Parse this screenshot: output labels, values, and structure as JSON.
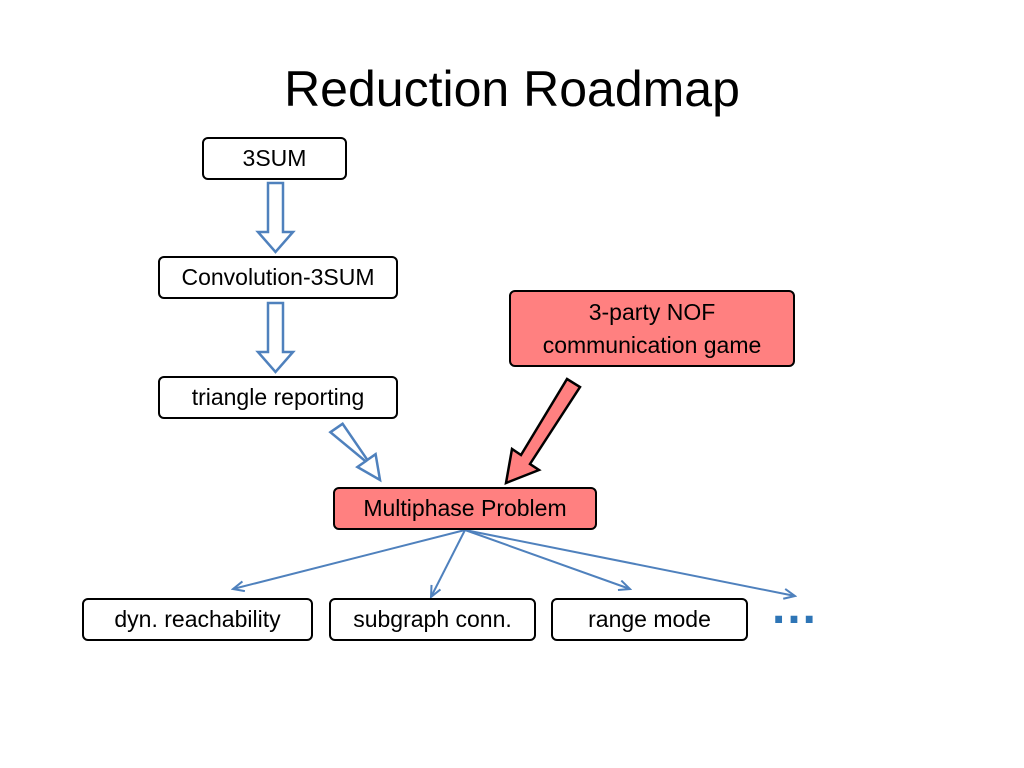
{
  "title": "Reduction Roadmap",
  "nodes": {
    "threesum": "3SUM",
    "convolution": "Convolution-3SUM",
    "triangle": "triangle reporting",
    "nof_line1": "3-party NOF",
    "nof_line2": "communication game",
    "multiphase": "Multiphase Problem",
    "dyn": "dyn. reachability",
    "subgraph": "subgraph conn.",
    "range": "range mode"
  },
  "ellipsis": "…",
  "colors": {
    "arrow_blue": "#4f81bd",
    "highlight_red": "#ff8080",
    "dots_blue": "#2e75b6"
  }
}
